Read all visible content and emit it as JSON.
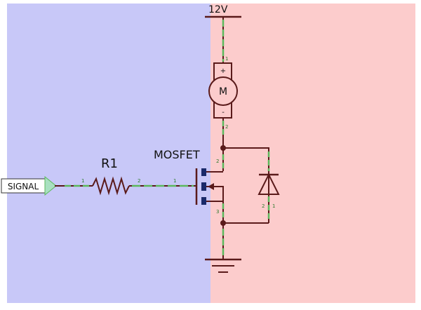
{
  "colors": {
    "low_side_region": "#c8c8f8",
    "high_side_region": "#fccccc",
    "wire": "#5a1a1a",
    "pin_highlight": "#5cb85c",
    "connector_fill": "#a8e0c0"
  },
  "labels": {
    "supply": "12V",
    "signal": "SIGNAL",
    "resistor": "R1",
    "mosfet": "MOSFET",
    "motor": "M",
    "motor_plus": "+",
    "motor_minus": "-"
  },
  "pins": {
    "r1_in": "1",
    "r1_out": "2",
    "gate": "1",
    "drain": "2",
    "source": "3",
    "motor_top": "1",
    "motor_bottom": "2",
    "diode_left": "2",
    "diode_right": "1"
  },
  "icons": {
    "supply": "power-rail-symbol",
    "ground": "ground-symbol",
    "diode": "diode-symbol",
    "motor": "motor-symbol",
    "resistor": "resistor-zigzag-symbol",
    "mosfet": "n-mosfet-symbol"
  }
}
